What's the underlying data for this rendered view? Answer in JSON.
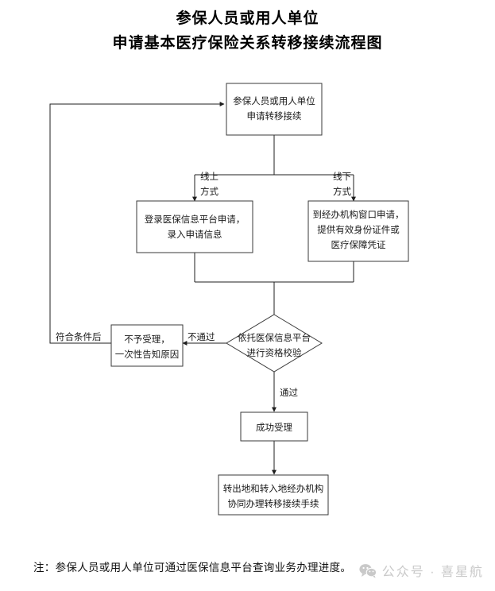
{
  "title": {
    "line1": "参保人员或用人单位",
    "line2": "申请基本医疗保险关系转移接续流程图"
  },
  "footer": {
    "note": "注：参保人员或用人单位可通过医保信息平台查询业务办理进度。"
  },
  "watermark": {
    "icon": "wechat-icon",
    "text": "公众号 · 喜星航",
    "color": "#c9c9c9"
  },
  "chart_data": {
    "type": "diagram",
    "title": "参保人员或用人单位申请基本医疗保险关系转移接续流程图",
    "nodes": [
      {
        "id": "start",
        "shape": "rect",
        "lines": [
          "参保人员或用人单位",
          "申请转移接续"
        ]
      },
      {
        "id": "online",
        "shape": "rect",
        "lines": [
          "登录医保信息平台申请，",
          "录入申请信息"
        ]
      },
      {
        "id": "offline",
        "shape": "rect",
        "lines": [
          "到经办机构窗口申请，",
          "提供有效身份证件或",
          "医疗保障凭证"
        ]
      },
      {
        "id": "verify",
        "shape": "diamond",
        "lines": [
          "依托医保信息平台",
          "进行资格校验"
        ]
      },
      {
        "id": "reject",
        "shape": "rect",
        "lines": [
          "不予受理，",
          "一次性告知原因"
        ]
      },
      {
        "id": "accept",
        "shape": "rect",
        "lines": [
          "成功受理"
        ]
      },
      {
        "id": "handle",
        "shape": "rect",
        "lines": [
          "转出地和转入地经办机构",
          "协同办理转移接续手续"
        ]
      }
    ],
    "edges": [
      {
        "from": "start",
        "to": "online",
        "label_lines": [
          "线上",
          "方式"
        ]
      },
      {
        "from": "start",
        "to": "offline",
        "label_lines": [
          "线下",
          "方式"
        ]
      },
      {
        "from": "online",
        "to": "verify",
        "label_lines": []
      },
      {
        "from": "offline",
        "to": "verify",
        "label_lines": []
      },
      {
        "from": "verify",
        "to": "reject",
        "label_lines": [
          "不通过"
        ]
      },
      {
        "from": "verify",
        "to": "accept",
        "label_lines": [
          "通过"
        ]
      },
      {
        "from": "reject",
        "to": "start",
        "label_lines": [
          "符合条件后"
        ]
      },
      {
        "from": "accept",
        "to": "handle",
        "label_lines": []
      }
    ],
    "labels": {
      "online_way_1": "线上",
      "online_way_2": "方式",
      "offline_way_1": "线下",
      "offline_way_2": "方式",
      "fail": "不通过",
      "pass": "通过",
      "requalify": "符合条件后"
    },
    "node_text": {
      "start_1": "参保人员或用人单位",
      "start_2": "申请转移接续",
      "online_1": "登录医保信息平台申请，",
      "online_2": "录入申请信息",
      "offline_1": "到经办机构窗口申请，",
      "offline_2": "提供有效身份证件或",
      "offline_3": "医疗保障凭证",
      "verify_1": "依托医保信息平台",
      "verify_2": "进行资格校验",
      "reject_1": "不予受理，",
      "reject_2": "一次性告知原因",
      "accept_1": "成功受理",
      "handle_1": "转出地和转入地经办机构",
      "handle_2": "协同办理转移接续手续"
    },
    "colors": {
      "shape_stroke": "#3a3a3a",
      "connector": "#1f1f1f",
      "text": "#1a1a1a",
      "background": "#ffffff"
    }
  }
}
